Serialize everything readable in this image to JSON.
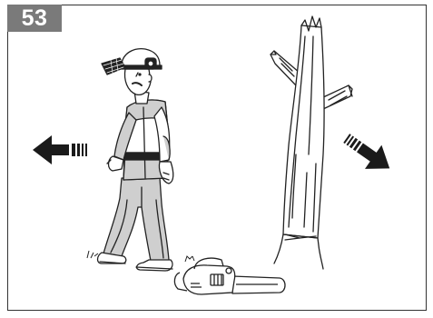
{
  "figure": {
    "number": "53",
    "badge_color": "#7a7a7a",
    "line_color": "#222222",
    "clothing_color": "#cfcfcf",
    "arrow_color": "#1a1a1a"
  },
  "icons": {
    "left_arrow": "retreat-direction-arrow",
    "right_arrow": "fall-direction-arrow",
    "worker": "forestry-worker-figure",
    "tree": "tree-trunk",
    "chainsaw": "chainsaw"
  }
}
